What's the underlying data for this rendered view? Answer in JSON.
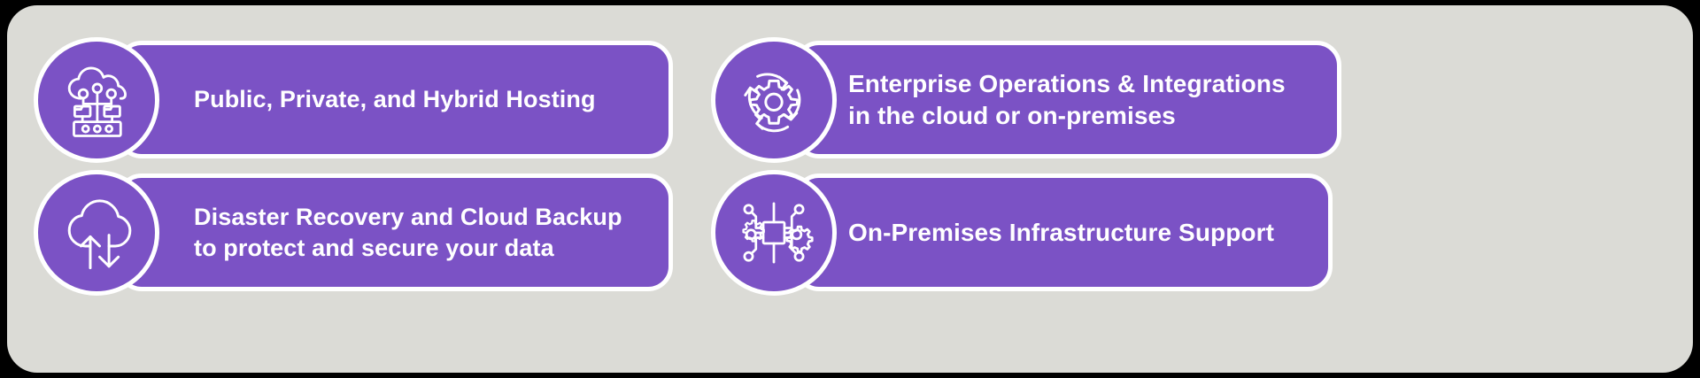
{
  "panel": {
    "background_color": "#dbdbd6",
    "page_background_color": "#000000",
    "accent_color": "#7b52c5",
    "text_color": "#ffffff"
  },
  "cards": [
    {
      "id": "public-private-hybrid-hosting",
      "icon": "cloud-network-server-icon",
      "text": "Public, Private, and Hybrid Hosting"
    },
    {
      "id": "enterprise-operations-integrations",
      "icon": "gear-refresh-cycle-icon",
      "text": "Enterprise Operations & Integrations\nin the cloud or on-premises"
    },
    {
      "id": "disaster-recovery-cloud-backup",
      "icon": "cloud-upload-download-arrows-icon",
      "text": "Disaster Recovery and Cloud Backup\nto protect and secure your data"
    },
    {
      "id": "on-premises-infrastructure-support",
      "icon": "circuit-chip-gears-icon",
      "text": "On-Premises Infrastructure Support"
    }
  ]
}
